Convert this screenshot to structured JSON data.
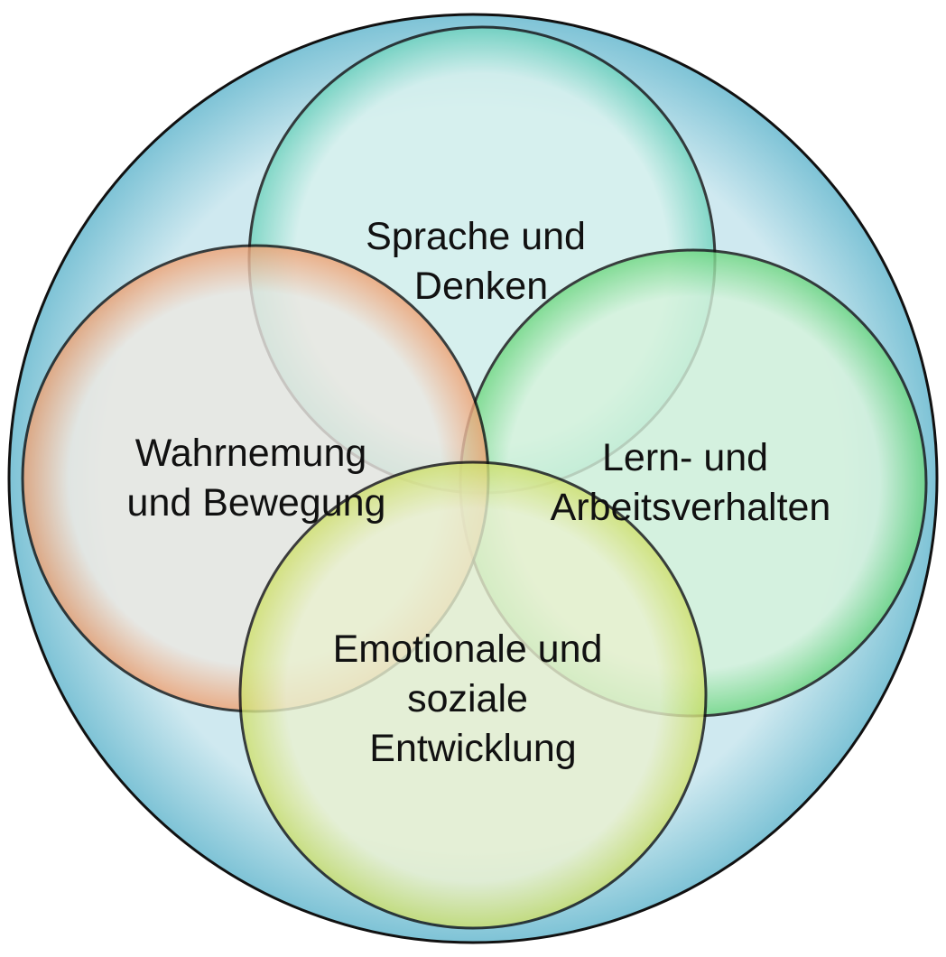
{
  "diagram": {
    "outer": {
      "name": "outer-circle",
      "colors": {
        "fill": "#cfe9f0",
        "edge": "#7ec3d6"
      }
    },
    "circles": [
      {
        "id": "sprache",
        "name": "circle-sprache-und-denken",
        "label_lines": [
          "Sprache und",
          "Denken"
        ],
        "colors": {
          "fill": "#d8f2ee",
          "edge": "#6fd3bd"
        }
      },
      {
        "id": "lern",
        "name": "circle-lern-und-arbeitsverhalten",
        "label_lines": [
          "Lern- und",
          "Arbeitsverhalten"
        ],
        "colors": {
          "fill": "#d6f3dc",
          "edge": "#6dd77f"
        }
      },
      {
        "id": "wahrnehmung",
        "name": "circle-wahrnemung-und-bewegung",
        "label_lines": [
          "Wahrnemung",
          "und Bewegung"
        ],
        "colors": {
          "fill": "#ece8e2",
          "edge": "#f0a070"
        }
      },
      {
        "id": "emotionale",
        "name": "circle-emotionale-und-soziale-entwicklung",
        "label_lines": [
          "Emotionale und",
          "soziale",
          "Entwicklung"
        ],
        "colors": {
          "fill": "#eaf1d0",
          "edge": "#cfe06a"
        }
      }
    ]
  }
}
